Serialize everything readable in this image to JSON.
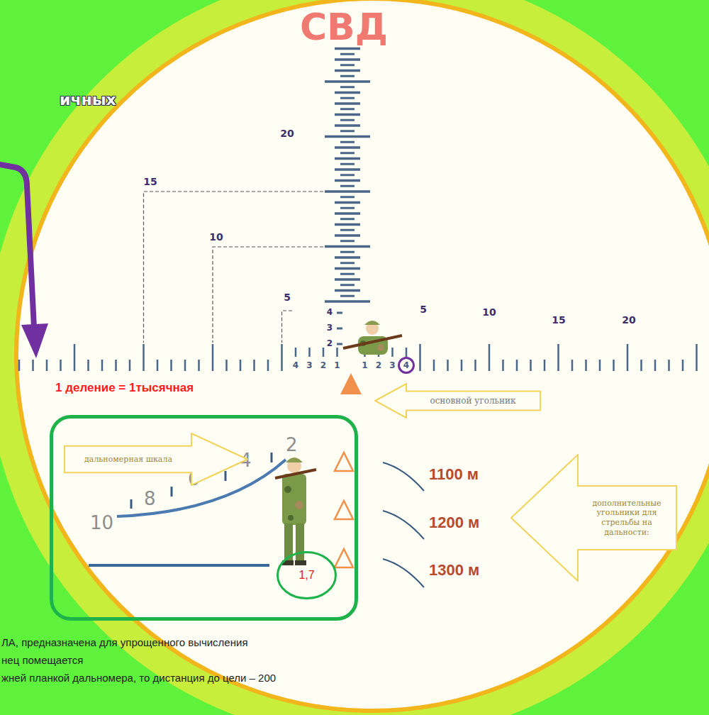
{
  "diagram": {
    "title": "СВД",
    "nodes": [
      {
        "text": [
          "4"
        ]
      },
      {
        "text": [
          "основной угольник"
        ]
      },
      {
        "text": [
          "10",
          "8",
          "6",
          "4",
          "2"
        ]
      },
      {
        "text": [
          "дальномерная шкала"
        ],
        "in": 2
      },
      {
        "text": [
          "1,7"
        ],
        "in": 2
      },
      {
        "text": [
          "дополнительные угольники для стрельбы на дальности:"
        ]
      }
    ],
    "labels": [
      "ичных",
      "20",
      "15",
      "10",
      "5",
      "4",
      "3",
      "2",
      "5",
      "10",
      "15",
      "20",
      "4",
      "3",
      "2",
      "1",
      "1",
      "2",
      "3",
      "1 деление = 1тысячная",
      "1100 м",
      "1200 м",
      "1300 м",
      "ЛА, предназначена для упрощенного вычисления",
      "нец помещается",
      "жней планкой дальномера, то дистанция до цели – 200"
    ]
  }
}
